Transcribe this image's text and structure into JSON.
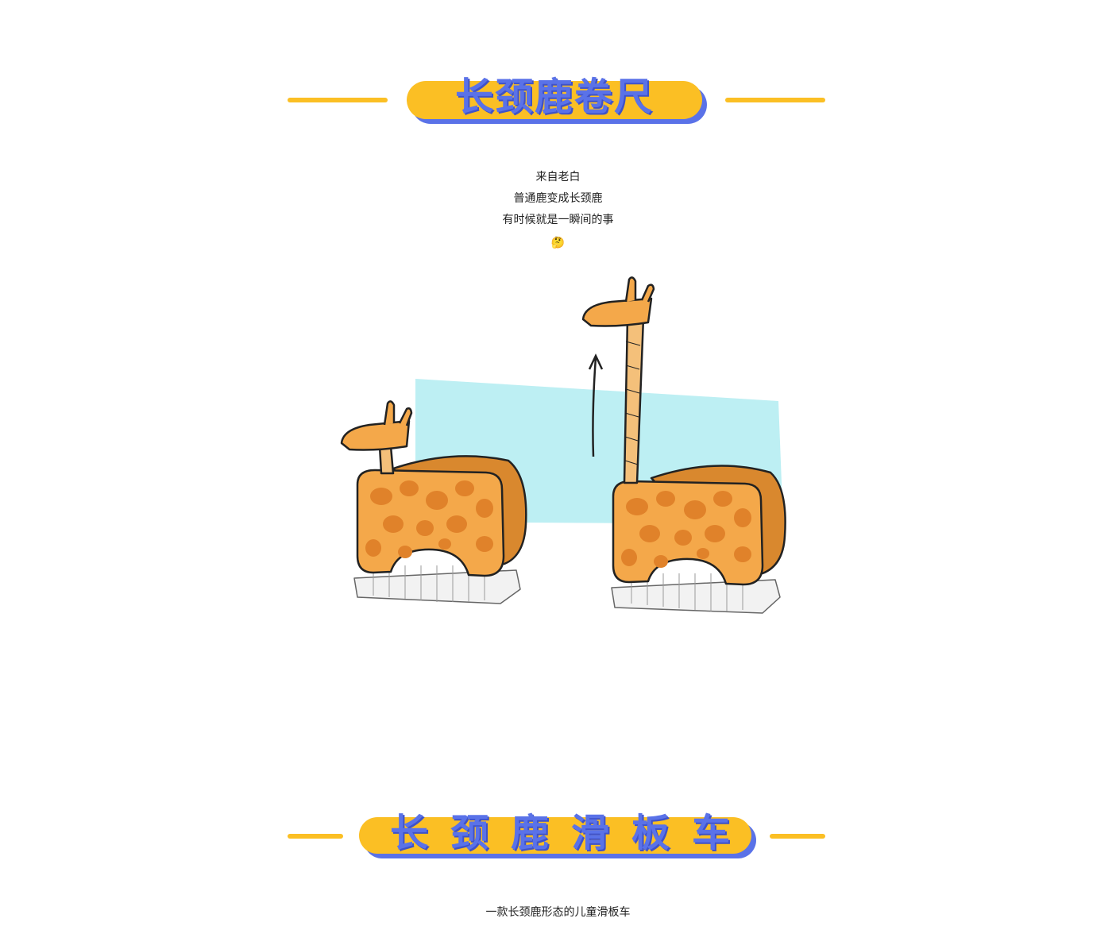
{
  "section1": {
    "title": "长颈鹿卷尺",
    "lines": [
      "来自老白",
      "普通鹿变成长颈鹿",
      "有时候就是一瞬间的事"
    ],
    "emoji": "🤔",
    "illustration_icon": "giraffe-illustration"
  },
  "section2": {
    "title": "长颈鹿滑板车",
    "caption": "一款长颈鹿形态的儿童滑板车"
  },
  "colors": {
    "accent_yellow": "#FBBF24",
    "accent_blue": "#5A72E8",
    "sky_blue": "#BDEFF3",
    "giraffe_orange": "#F4A84A"
  }
}
